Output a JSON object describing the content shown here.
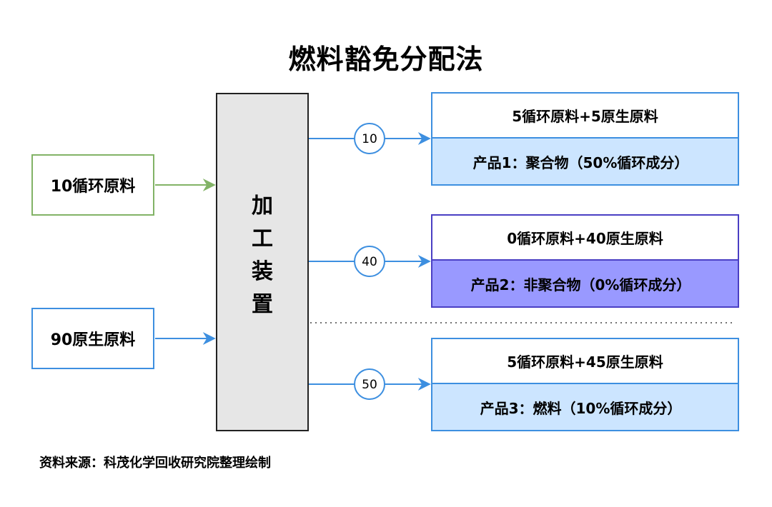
{
  "title": "燃料豁免分配法",
  "inputs": [
    {
      "label": "10循环原料"
    },
    {
      "label": "90原生原料"
    }
  ],
  "processor": {
    "label": "加工装置"
  },
  "outputs": [
    {
      "header": "5循环原料+5原生原料",
      "product": "产品1：聚合物（50%循环成分）",
      "flow": "10"
    },
    {
      "header": "0循环原料+40原生原料",
      "product": "产品2：非聚合物（0%循环成分）",
      "flow": "40"
    },
    {
      "header": "5循环原料+45原生原料",
      "product": "产品3：燃料（10%循环成分）",
      "flow": "50"
    }
  ],
  "source_note": "资料来源：科茂化学回收研究院整理绘制",
  "colors": {
    "recycled_border": "#82b366",
    "blue": "#3d8fe0",
    "product_fill_light": "#cce5ff",
    "product_fill_purple": "#9999ff",
    "purple_border": "#4a3fc4",
    "processor_fill": "#e6e6e6"
  }
}
